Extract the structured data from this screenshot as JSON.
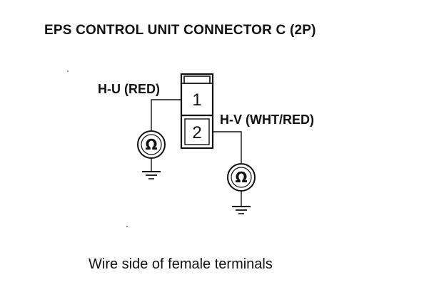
{
  "title": "EPS CONTROL UNIT CONNECTOR C (2P)",
  "connector": {
    "pins": [
      {
        "number": "1"
      },
      {
        "number": "2"
      }
    ]
  },
  "wires": [
    {
      "terminal": "H-U",
      "color_label": "(RED)",
      "text": "H-U (RED)"
    },
    {
      "terminal": "H-V",
      "color_label": "(WHT/RED)",
      "text": "H-V (WHT/RED)"
    }
  ],
  "meters": [
    {
      "symbol": "Ω"
    },
    {
      "symbol": "Ω"
    }
  ],
  "caption": "Wire side of female terminals",
  "colors": {
    "ink": "#111111",
    "background": "#ffffff"
  }
}
